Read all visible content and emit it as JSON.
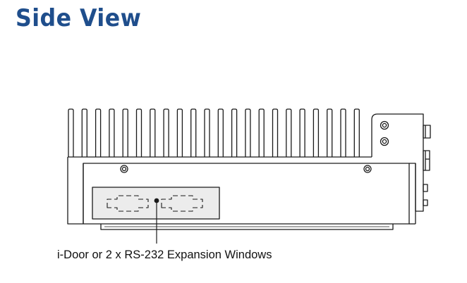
{
  "page": {
    "title": "Side View",
    "title_color": "#1f4e8c"
  },
  "diagram": {
    "subject": "side view of enclosure with heat-sink fins",
    "callout_label": "i-Door or 2 x RS-232 Expansion Windows",
    "serial_port_count": 2,
    "line_color": "#1a1a1a"
  }
}
